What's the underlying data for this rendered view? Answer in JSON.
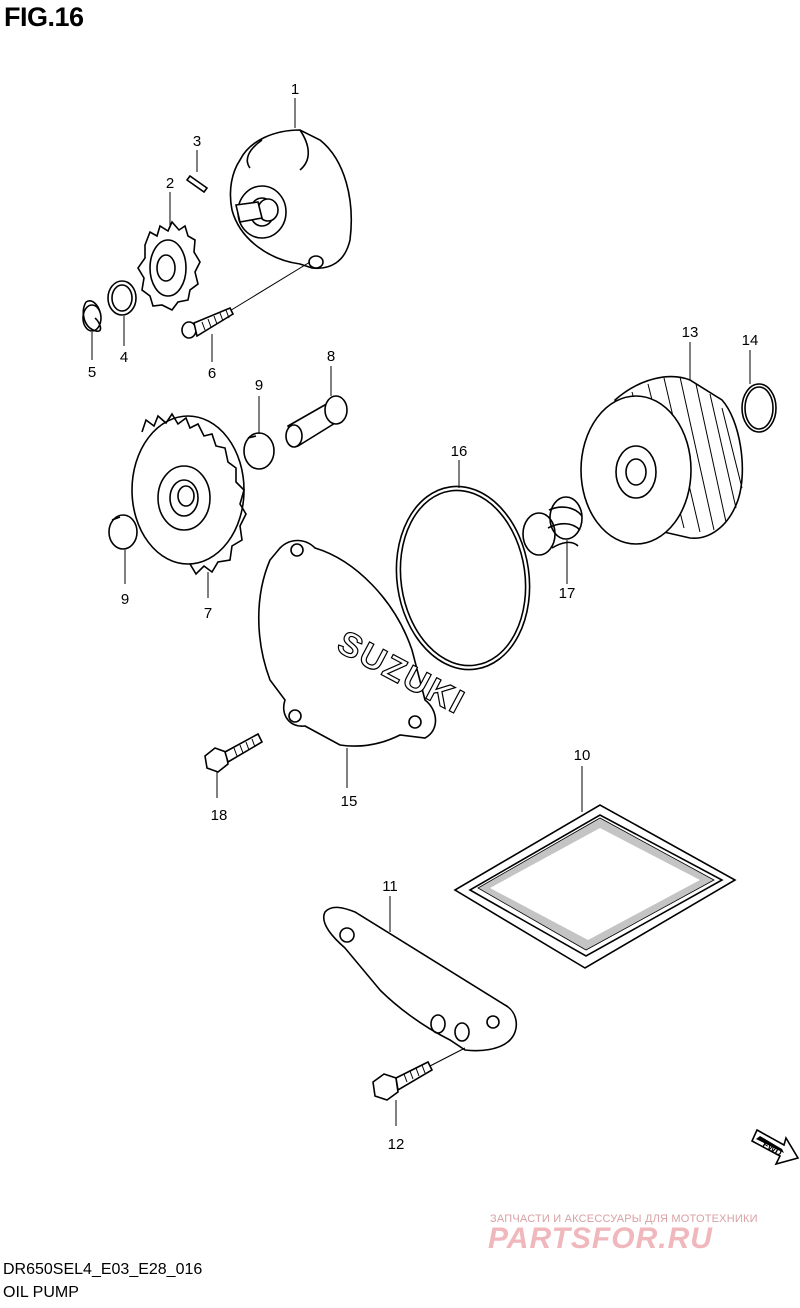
{
  "header": {
    "figure_title": "FIG.16"
  },
  "footer": {
    "model_code": "DR650SEL4_E03_E28_016",
    "section_name": "OIL PUMP"
  },
  "direction_marker": {
    "label": "FWD",
    "icon": "forward-arrow-icon"
  },
  "watermark": {
    "tagline": "ЗАПЧАСТИ И АКСЕССУАРЫ ДЛЯ МОТОТЕХНИКИ",
    "brand": "PARTSFOR.RU",
    "color": "#f0b8bc"
  },
  "parts": {
    "p1": "1",
    "p2": "2",
    "p3": "3",
    "p4": "4",
    "p5": "5",
    "p6": "6",
    "p7": "7",
    "p8": "8",
    "p9a": "9",
    "p9b": "9",
    "p10": "10",
    "p11": "11",
    "p12": "12",
    "p13": "13",
    "p14": "14",
    "p15": "15",
    "p16": "16",
    "p17": "17",
    "p18": "18"
  }
}
